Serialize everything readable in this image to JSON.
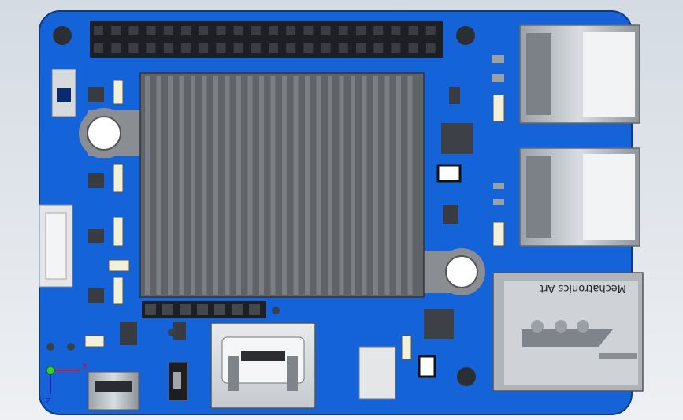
{
  "board": {
    "silkscreen_label": "Mechatronics Art",
    "pcb_color": "#1563d8",
    "heatsink_color": "#6c6f73"
  },
  "triad": {
    "x_label": "X",
    "z_label": "Z"
  },
  "icons": {
    "gpio": "pin-header-icon",
    "heatsink": "heatsink-icon",
    "usb": "usb-port-icon",
    "hdmi": "hdmi-port-icon"
  }
}
